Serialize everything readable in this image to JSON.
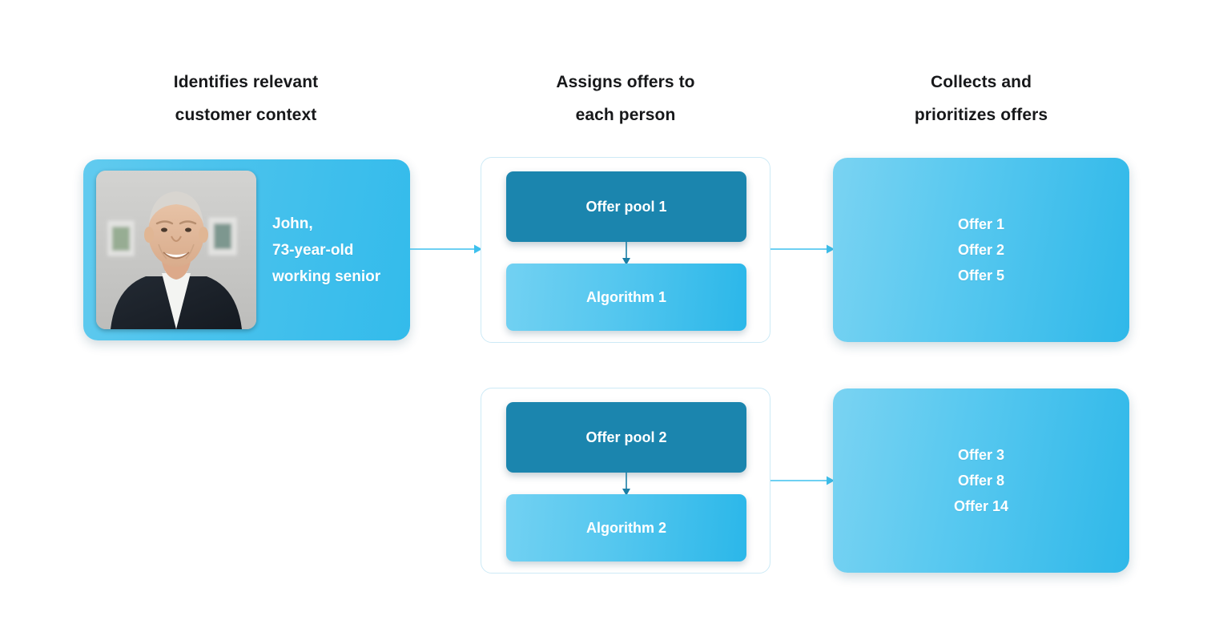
{
  "columns": [
    {
      "id": "identify",
      "heading_line1": "Identifies relevant",
      "heading_line2": "customer context"
    },
    {
      "id": "assign",
      "heading_line1": "Assigns offers to",
      "heading_line2": "each person"
    },
    {
      "id": "collect",
      "heading_line1": "Collects and",
      "heading_line2": "prioritizes offers"
    }
  ],
  "customer": {
    "photo_alt": "portrait-photo-smiling-elderly-man",
    "name_line": "John,",
    "age_line": "73-year-old",
    "role_line": "working senior"
  },
  "groups": [
    {
      "id": "group-1",
      "pool_label": "Offer pool 1",
      "algorithm_label": "Algorithm 1"
    },
    {
      "id": "group-2",
      "pool_label": "Offer pool 2",
      "algorithm_label": "Algorithm 2"
    }
  ],
  "offer_results": [
    {
      "id": "offers-1",
      "offers": [
        "Offer 1",
        "Offer 2",
        "Offer 5"
      ]
    },
    {
      "id": "offers-2",
      "offers": [
        "Offer 3",
        "Offer 8",
        "Offer 14"
      ]
    }
  ],
  "colors": {
    "card_blue_light": "#7ad3f2",
    "card_blue": "#33bbeb",
    "pool_teal": "#1b85ae",
    "group_border": "#cdeaf6",
    "arrow_blue": "#3ec0ed",
    "down_arrow_teal": "#1c7fa6",
    "heading_text": "#17181a",
    "label_text": "#ffffff"
  },
  "icons": {
    "flow_arrow": "arrow-right-icon",
    "step_arrow": "arrow-down-icon"
  }
}
